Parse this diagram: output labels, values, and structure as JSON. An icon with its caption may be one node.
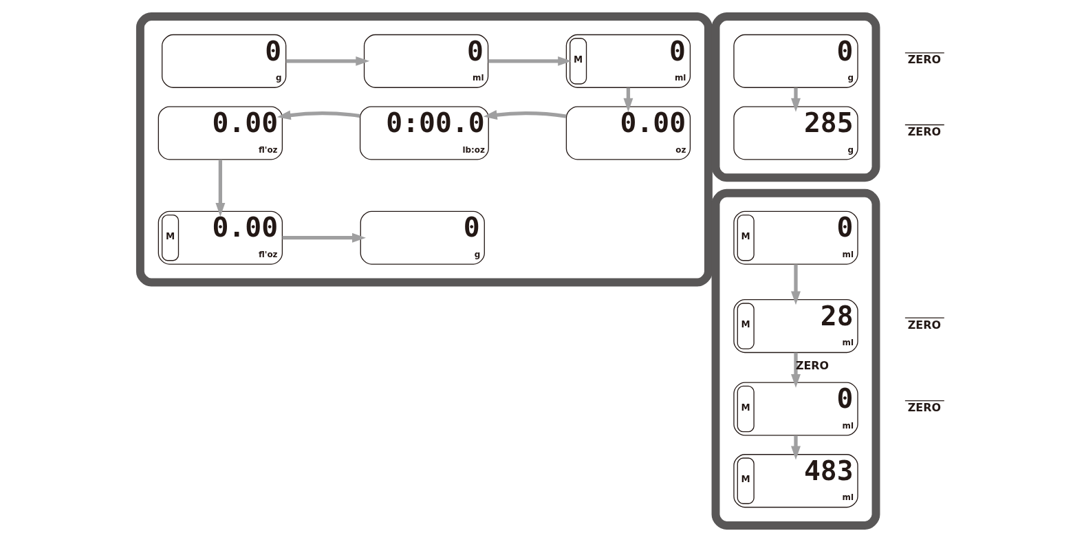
{
  "diagram": {
    "nodes": [
      {
        "text": [],
        "shape": "box"
      },
      {
        "text": [
          "0",
          "g"
        ],
        "in": 0
      },
      {
        "text": [
          "0",
          "ml"
        ],
        "in": 0
      },
      {
        "text": [
          "M",
          "0",
          "ml"
        ],
        "in": 0
      },
      {
        "text": [
          "0.00",
          "fl'oz"
        ],
        "in": 0
      },
      {
        "text": [
          "0:00.0",
          "lb:oz"
        ],
        "in": 0
      },
      {
        "text": [
          "0.00",
          "oz"
        ],
        "in": 0
      },
      {
        "text": [
          "M",
          "0.00",
          "fl'oz"
        ],
        "in": 0
      },
      {
        "text": [
          "0",
          "g"
        ],
        "in": 0
      },
      {
        "text": [],
        "shape": "box"
      },
      {
        "text": [
          "0",
          "g"
        ],
        "in": 9
      },
      {
        "text": [
          "285",
          "g"
        ],
        "in": 9
      },
      {
        "text": [],
        "shape": "box"
      },
      {
        "text": [
          "M",
          "0",
          "ml"
        ],
        "in": 12
      },
      {
        "text": [
          "M",
          "28",
          "ml"
        ],
        "in": 12
      },
      {
        "text": [
          "M",
          "0",
          "ml"
        ],
        "in": 12
      },
      {
        "text": [
          "M",
          "483",
          "ml"
        ],
        "in": 12
      }
    ],
    "edges": [
      {
        "from": 1,
        "to": 2,
        "arrow": "to"
      },
      {
        "from": 2,
        "to": 3,
        "arrow": "to"
      },
      {
        "from": 3,
        "to": 6,
        "arrow": "to"
      },
      {
        "from": 6,
        "to": 5,
        "arrow": "to"
      },
      {
        "from": 5,
        "to": 4,
        "arrow": "to"
      },
      {
        "from": 4,
        "to": 7,
        "arrow": "to"
      },
      {
        "from": 7,
        "to": 8,
        "arrow": "to"
      },
      {
        "from": 10,
        "to": 11,
        "arrow": "to"
      },
      {
        "from": 13,
        "to": 14,
        "arrow": "to"
      },
      {
        "from": 14,
        "to": 15,
        "arrow": "to",
        "label": "ZERO"
      },
      {
        "from": 15,
        "to": 16,
        "arrow": "to"
      }
    ],
    "labels": [
      "ZERO",
      "ZERO",
      "ZERO",
      "ZERO"
    ]
  }
}
